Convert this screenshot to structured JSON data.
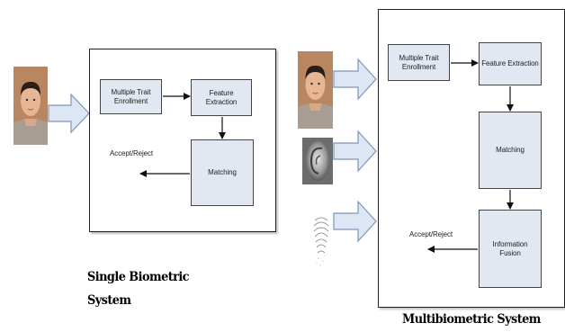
{
  "single": {
    "boxes": {
      "enroll": "Multiple Trait Enrollment",
      "feature": "Feature Extraction",
      "matching": "Matching"
    },
    "decision": "Accept/Reject",
    "caption_line1": "Single Biometric",
    "caption_line2": "System"
  },
  "multi": {
    "boxes": {
      "enroll": "Multiple Trait Enrollment",
      "feature": "Feature Extraction",
      "matching": "Matching",
      "fusion": "Information Fusion"
    },
    "decision": "Accept/Reject",
    "caption": "Multibiometric System"
  },
  "colors": {
    "box_fill": "#e2e8f2",
    "input_arrow_fill": "#dde6f4",
    "input_arrow_stroke": "#7f94b8"
  }
}
